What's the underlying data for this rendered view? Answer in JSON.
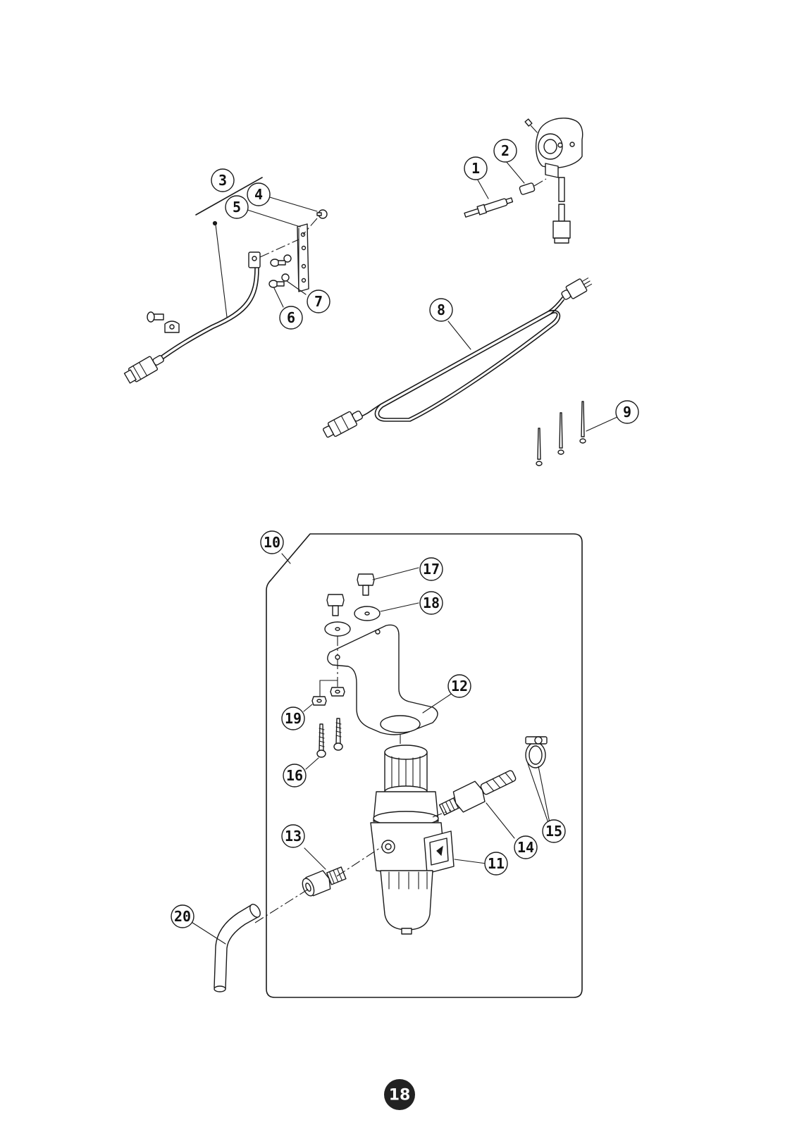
{
  "callouts": [
    {
      "id": "1",
      "label": "1"
    },
    {
      "id": "2",
      "label": "2"
    },
    {
      "id": "3",
      "label": "3"
    },
    {
      "id": "4",
      "label": "4"
    },
    {
      "id": "5",
      "label": "5"
    },
    {
      "id": "6",
      "label": "6"
    },
    {
      "id": "7",
      "label": "7"
    },
    {
      "id": "8",
      "label": "8"
    },
    {
      "id": "9",
      "label": "9"
    },
    {
      "id": "10",
      "label": "10"
    },
    {
      "id": "11",
      "label": "11"
    },
    {
      "id": "12",
      "label": "12"
    },
    {
      "id": "13",
      "label": "13"
    },
    {
      "id": "14",
      "label": "14"
    },
    {
      "id": "15",
      "label": "15"
    },
    {
      "id": "16",
      "label": "16"
    },
    {
      "id": "17",
      "label": "17"
    },
    {
      "id": "18",
      "label": "18"
    },
    {
      "id": "19",
      "label": "19"
    },
    {
      "id": "20",
      "label": "20"
    }
  ],
  "page_number": "18"
}
